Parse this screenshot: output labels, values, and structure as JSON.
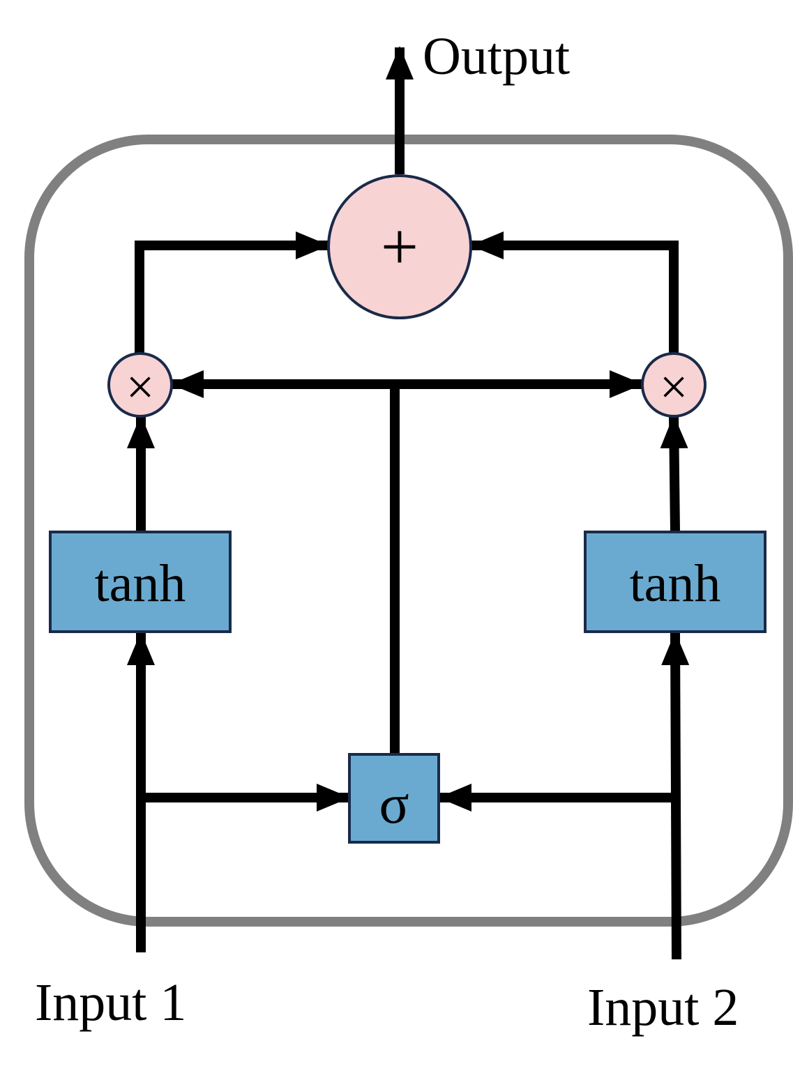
{
  "labels": {
    "output": "Output",
    "input1": "Input 1",
    "input2": "Input 2",
    "tanh_left": "tanh",
    "tanh_right": "tanh",
    "sigma": "σ",
    "plus": "+",
    "times_left": "×",
    "times_right": "×"
  },
  "colors": {
    "container_border": "#808080",
    "activation_fill": "#6aaad0",
    "operator_fill": "#f8d3d4",
    "outline": "#1a2a4a",
    "line": "#000000"
  }
}
